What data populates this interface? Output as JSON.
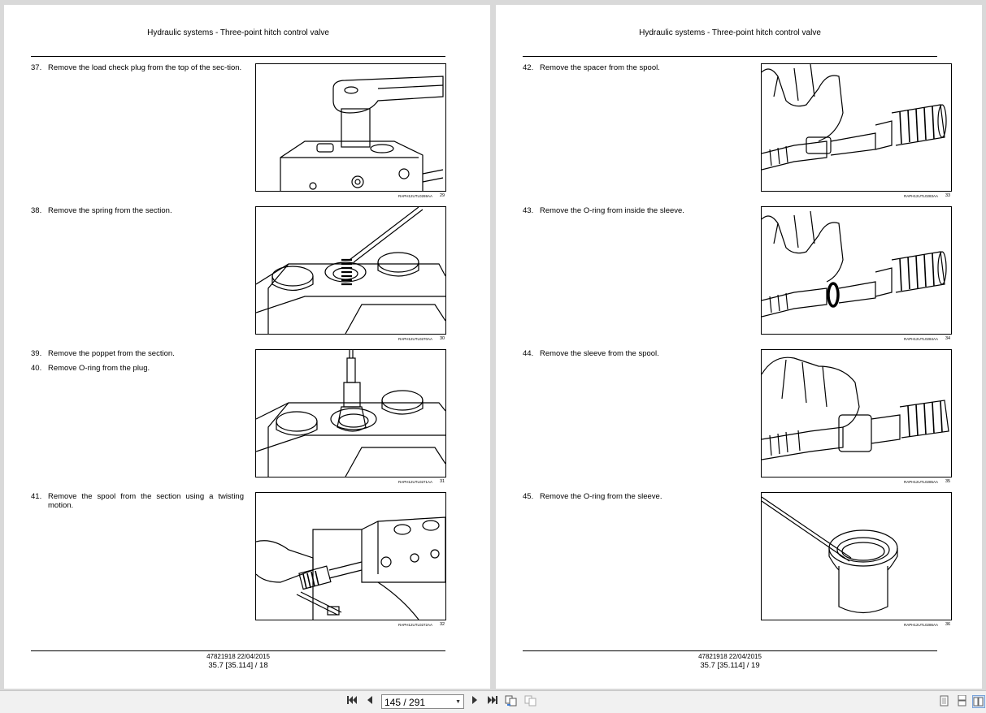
{
  "pages": [
    {
      "header": "Hydraulic systems - Three-point hitch control valve",
      "steps": [
        {
          "num": "37.",
          "text": "Remove the load check plug from the top of the sec-tion."
        },
        {
          "num": "38.",
          "text": "Remove the spring from the section."
        },
        {
          "num": "39.",
          "text": "Remove the poppet from the section."
        },
        {
          "num": "40.",
          "text": "Remove O-ring from the plug."
        },
        {
          "num": "41.",
          "text": "Remove the spool from the section using a twisting motion."
        }
      ],
      "figures": [
        {
          "code": "RAPH12UTL0269AA",
          "num": "29"
        },
        {
          "code": "RAPH12UTL0270AA",
          "num": "30"
        },
        {
          "code": "RAPH12UTL0271AA",
          "num": "31"
        },
        {
          "code": "RAPH12UTL0272AA",
          "num": "32"
        }
      ],
      "footer_line1": "47821918 22/04/2015",
      "footer_line2": "35.7 [35.114] / 18"
    },
    {
      "header": "Hydraulic systems - Three-point hitch control valve",
      "steps": [
        {
          "num": "42.",
          "text": "Remove the spacer from the spool."
        },
        {
          "num": "43.",
          "text": "Remove the O-ring from inside the sleeve."
        },
        {
          "num": "44.",
          "text": "Remove the sleeve from the spool."
        },
        {
          "num": "45.",
          "text": "Remove the O-ring from the sleeve."
        }
      ],
      "figures": [
        {
          "code": "RAPH12UTL0283AA",
          "num": "33"
        },
        {
          "code": "RAPH12UTL0284AA",
          "num": "34"
        },
        {
          "code": "RAPH12UTL0285AA",
          "num": "35"
        },
        {
          "code": "RAPH12UTL0286AA",
          "num": "36"
        }
      ],
      "footer_line1": "47821918 22/04/2015",
      "footer_line2": "35.7 [35.114] / 19"
    }
  ],
  "toolbar": {
    "first_icon": "skip-first-icon",
    "prev_icon": "previous-icon",
    "page_indicator": "145 / 291",
    "next_icon": "next-icon",
    "last_icon": "skip-last-icon",
    "view_icons": [
      "single-page-icon",
      "continuous-icon",
      "two-page-icon"
    ]
  }
}
